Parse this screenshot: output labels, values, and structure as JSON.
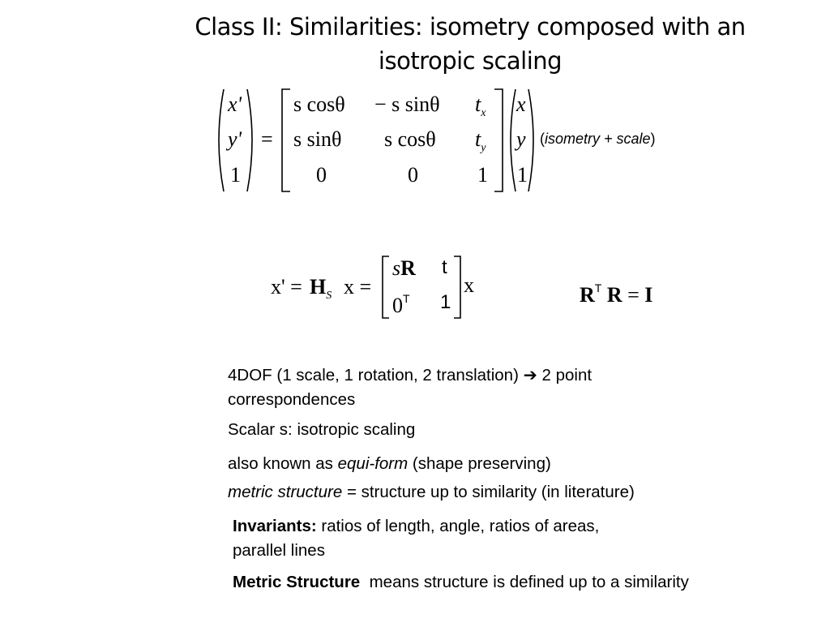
{
  "slide": {
    "title_line1": "Class II: Similarities: isometry composed with an",
    "title_line2": "isotropic scaling"
  },
  "eq1": {
    "lhs": [
      "x'",
      "y'",
      "1"
    ],
    "eq": "=",
    "m_r1": [
      "s cosθ",
      "− s sinθ",
      "t"
    ],
    "m_r1_sub": "x",
    "m_r2": [
      "s sinθ",
      "s cosθ",
      "t"
    ],
    "m_r2_sub": "y",
    "m_r3": [
      "0",
      "0",
      "1"
    ],
    "rhs": [
      "x",
      "y",
      "1"
    ],
    "note_open": "(",
    "note": "isometry + scale",
    "note_close": ")"
  },
  "eq2": {
    "lhs": "x' =",
    "H": "H",
    "H_sub": "S",
    "mid": "x =",
    "s": "s",
    "R": "R",
    "t": "t",
    "zero": "0",
    "T": "T",
    "one": "1",
    "x": "x"
  },
  "eq3": {
    "R1": "R",
    "T": "T",
    "R2": "R",
    "eq": "=",
    "I": "I"
  },
  "bullets": {
    "dof_a": "4DOF (1 scale, 1 rotation, 2 translation)",
    "arrow": "➔",
    "dof_b": "2 point",
    "dof_c": "correspondences",
    "scalar": "Scalar s: isotropic scaling",
    "aka_pre": "also known as ",
    "aka_it": "equi-form",
    "aka_post": " (shape preserving)",
    "metric_it": "metric structure",
    "metric_post": " = structure up to similarity (in literature)",
    "inv_b": "Invariants:",
    "inv_a": " ratios of length, angle, ratios of areas,",
    "inv_c": "parallel lines",
    "ms_b": "Metric Structure",
    "ms_post": "  means structure is defined up to a similarity"
  }
}
